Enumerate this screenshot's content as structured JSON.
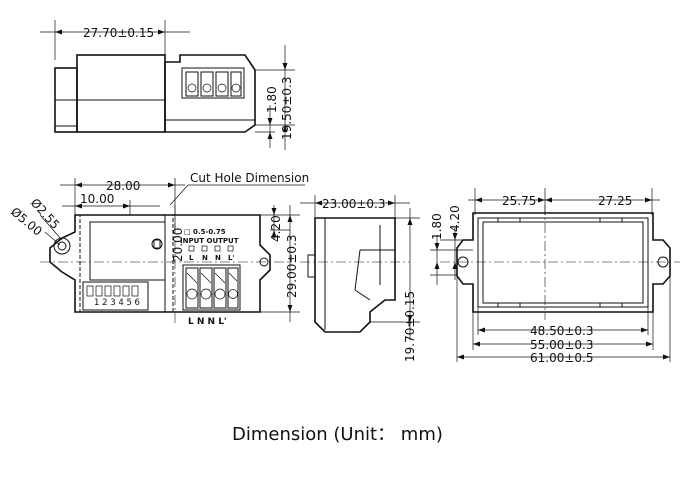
{
  "caption": "Dimension (Unit： mm)",
  "top_view": {
    "width_dim": "27.70±0.15",
    "height_dim": "19.50±0.3",
    "step_dim": "1.80"
  },
  "front_view": {
    "width_dim": "28.00",
    "offset_dim": "10.00",
    "hole_small": "Ø2.55",
    "hole_large": "Ø5.00",
    "cut_hole": "Cut Hole Dimension",
    "center_dim": "20.00",
    "side_dim": "4.20",
    "height_dim": "29.00±0.3",
    "wire_label": "□ 0.5-0.75",
    "io_label": "INPUT OUTPUT",
    "terminal_letters": [
      "L",
      "N",
      "N",
      "L'"
    ],
    "switch_numbers": "1 2 3 4 5 6",
    "lnnl_caption": "L N N L'"
  },
  "side_view": {
    "width_dim": "23.00±0.3",
    "height_dim": "19.70±0.15"
  },
  "right_view": {
    "left_dim": "25.75",
    "right_dim": "27.25",
    "dim_180": "1.80",
    "dim_420": "4.20",
    "inner_dim": "48.50±0.3",
    "mid_dim": "55.00±0.3",
    "outer_dim": "61.00±0.5"
  }
}
